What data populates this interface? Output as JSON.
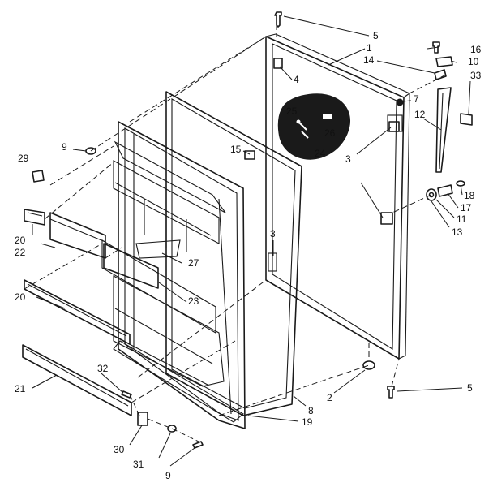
{
  "diagram": {
    "background": "#ffffff",
    "ink": "#1a1a1a",
    "labels": [
      "5",
      "1",
      "16",
      "14",
      "10",
      "33",
      "4",
      "7",
      "12",
      "25",
      "26",
      "24",
      "3",
      "15",
      "9",
      "29",
      "18",
      "17",
      "11",
      "13",
      "20",
      "22",
      "27",
      "3",
      "23",
      "20",
      "32",
      "21",
      "2",
      "8",
      "19",
      "5",
      "30",
      "31",
      "9"
    ]
  }
}
